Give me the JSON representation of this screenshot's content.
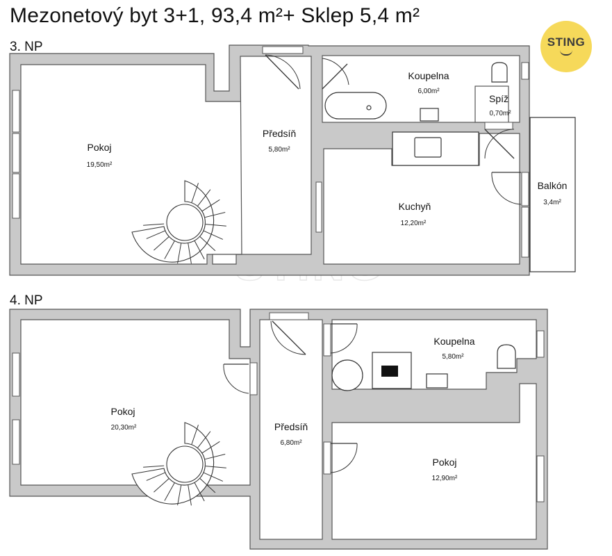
{
  "title": "Mezonetový byt 3+1, 93,4 m²+ Sklep 5,4 m²",
  "logo": {
    "text": "STING",
    "color": "#f6d95a"
  },
  "watermark": "STING",
  "floors": [
    {
      "label": "3. NP",
      "rooms": [
        {
          "name": "Pokoj",
          "area": "19,50m²"
        },
        {
          "name": "Předsíň",
          "area": "5,80m²"
        },
        {
          "name": "Koupelna",
          "area": "6,00m²"
        },
        {
          "name": "Spíž",
          "area": "0,70m²"
        },
        {
          "name": "Kuchyň",
          "area": "12,20m²"
        },
        {
          "name": "Balkón",
          "area": "3,4m²"
        }
      ]
    },
    {
      "label": "4. NP",
      "rooms": [
        {
          "name": "Pokoj",
          "area": "20,30m²"
        },
        {
          "name": "Předsíň",
          "area": "6,80m²"
        },
        {
          "name": "Koupelna",
          "area": "5,80m²"
        },
        {
          "name": "Pokoj",
          "area": "12,90m²"
        }
      ]
    }
  ]
}
